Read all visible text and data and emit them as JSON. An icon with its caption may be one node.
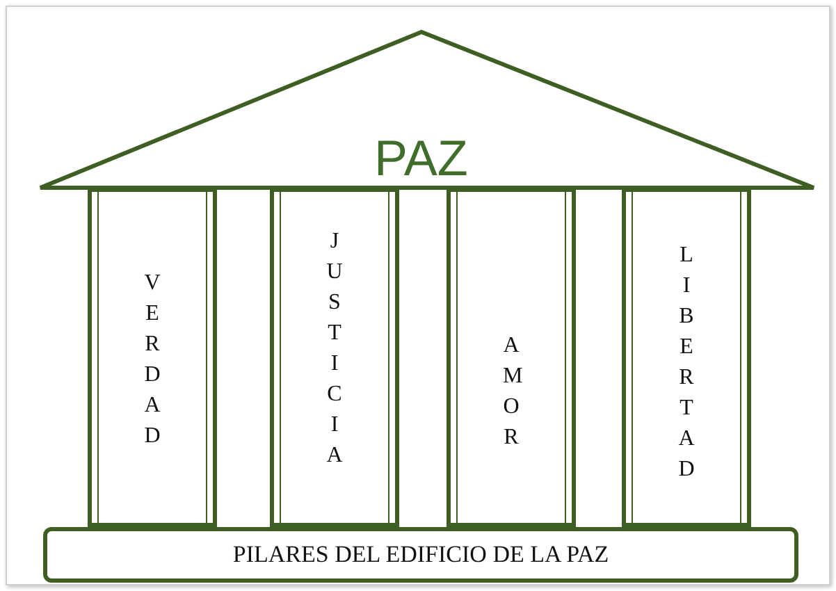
{
  "diagram": {
    "nodes": [
      {
        "text": [
          "PAZ"
        ]
      },
      {
        "text": [
          "VERDAD"
        ]
      },
      {
        "text": [
          "JUSTICIA"
        ]
      },
      {
        "text": [
          "AMOR"
        ]
      },
      {
        "text": [
          "LIBERTAD"
        ]
      },
      {
        "text": [
          "PILARES DEL EDIFICIO DE LA PAZ"
        ]
      }
    ]
  }
}
